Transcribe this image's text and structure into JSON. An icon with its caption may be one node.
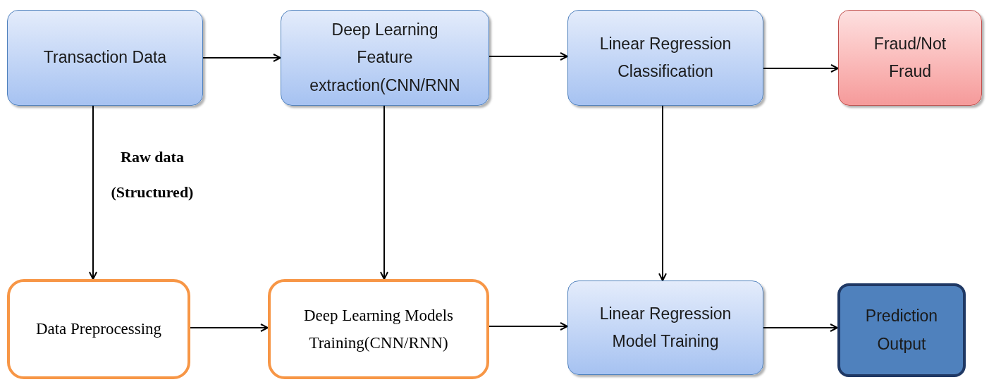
{
  "diagram": {
    "nodes": [
      {
        "text": [
          "Transaction Data"
        ]
      },
      {
        "text": [
          "Deep Learning Feature extraction(CNN/RNN"
        ]
      },
      {
        "text": [
          "Linear Regression Classification"
        ]
      },
      {
        "text": [
          "Fraud/Not Fraud"
        ]
      },
      {
        "text": [
          "Data Preprocessing"
        ]
      },
      {
        "text": [
          "Deep Learning Models Training(CNN/RNN)"
        ]
      },
      {
        "text": [
          "Linear Regression Model Training"
        ]
      },
      {
        "text": [
          "Prediction Output"
        ]
      }
    ],
    "edges": [
      {
        "from": 0,
        "to": 1,
        "arrow": "to"
      },
      {
        "from": 1,
        "to": 2,
        "arrow": "to"
      },
      {
        "from": 2,
        "to": 3,
        "arrow": "to"
      },
      {
        "from": 0,
        "to": 4,
        "arrow": "to",
        "label": "Raw data (Structured)"
      },
      {
        "from": 1,
        "to": 5,
        "arrow": "to"
      },
      {
        "from": 2,
        "to": 6,
        "arrow": "to"
      },
      {
        "from": 4,
        "to": 5,
        "arrow": "to"
      },
      {
        "from": 5,
        "to": 6,
        "arrow": "to"
      },
      {
        "from": 6,
        "to": 7,
        "arrow": "to"
      }
    ]
  }
}
